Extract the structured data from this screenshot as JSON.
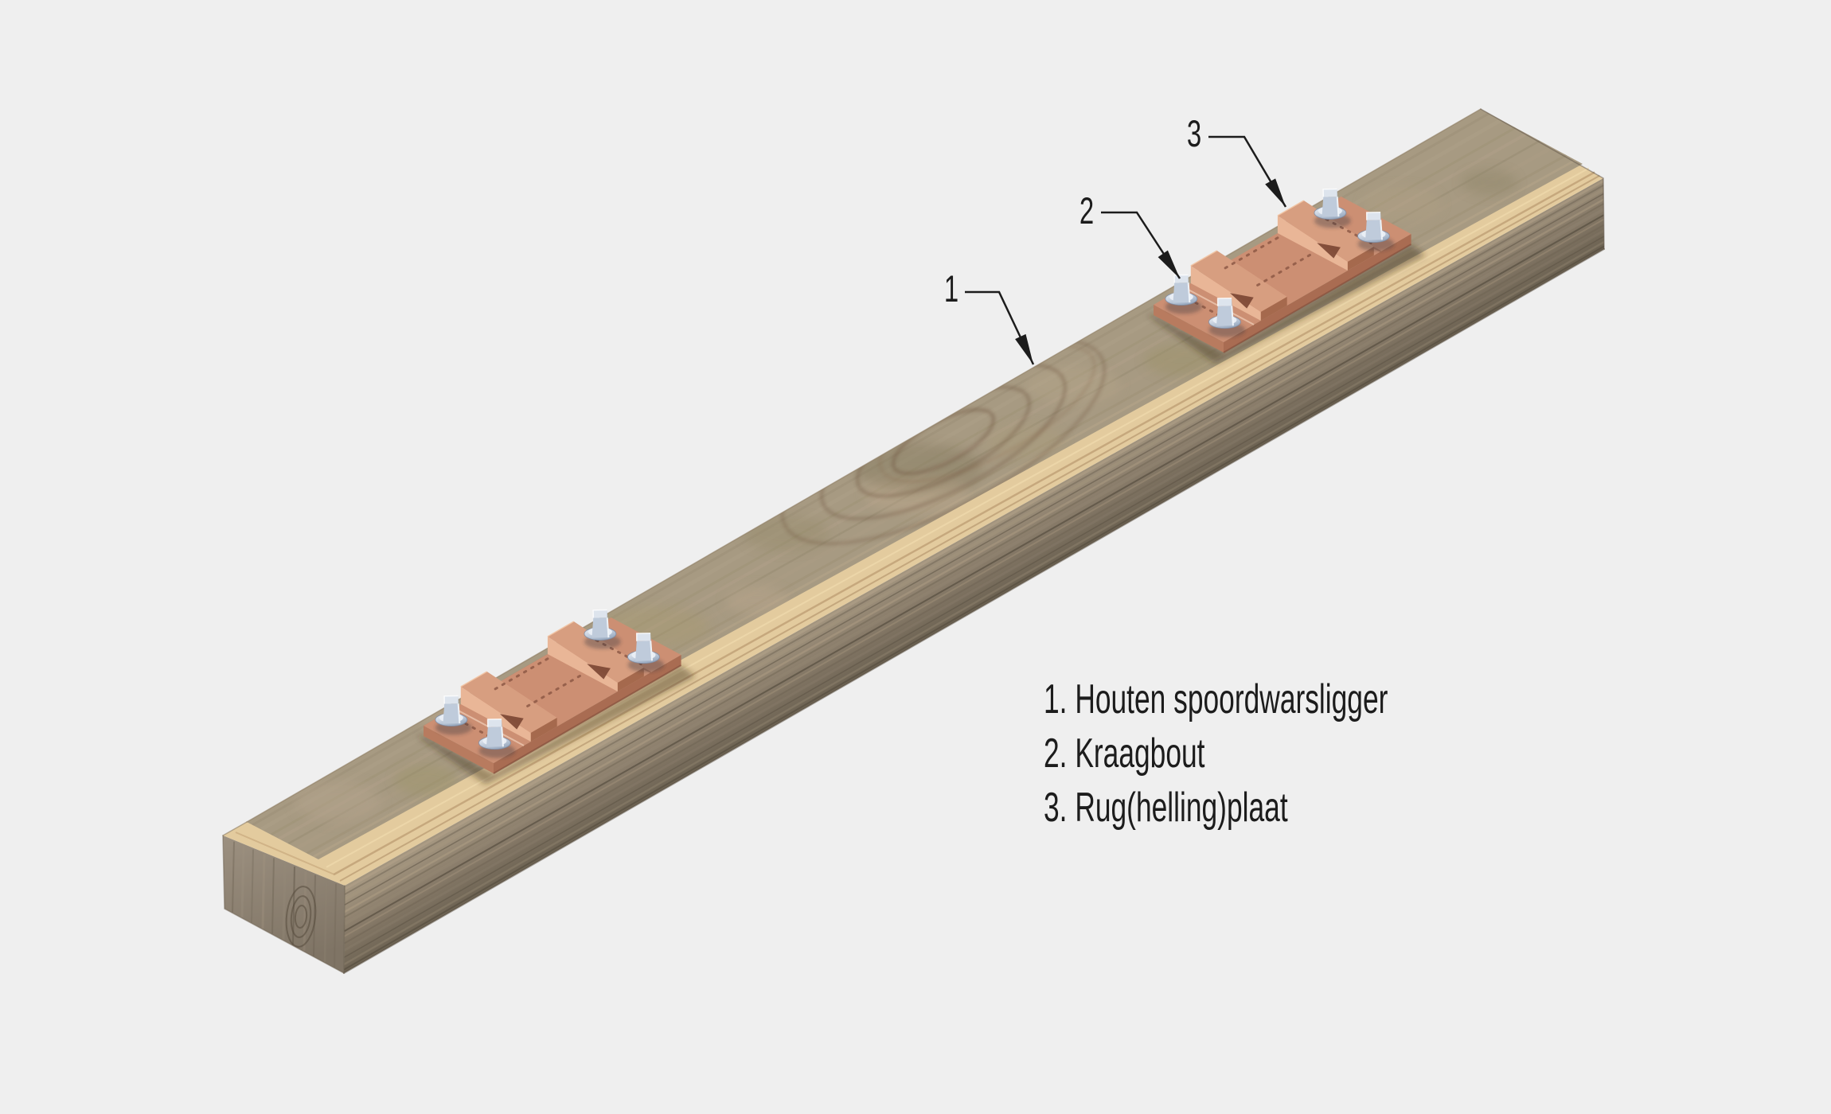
{
  "scene": {
    "background": "#efefef",
    "ink": "#1c1c1c",
    "callouts": [
      {
        "label": "1"
      },
      {
        "label": "2"
      },
      {
        "label": "3"
      }
    ],
    "legend": {
      "items": [
        {
          "text": "1. Houten spoordwarsligger"
        },
        {
          "text": "2. Kraagbout"
        },
        {
          "text": "3. Rug(helling)plaat"
        }
      ]
    },
    "colors": {
      "background": "#efefef",
      "ink": "#1c1c1c",
      "wood_top": "#a79a82",
      "wood_band": "#e3cb9e",
      "wood_end": "#95897a",
      "plate_top": "#cc8f73",
      "plate_near": "#a96c52",
      "plate_end_face": "#b87b5f",
      "ridge_top": "#d79e80",
      "ridge_highlight": "#e9b697",
      "ridge_shadow": "#a5694d",
      "bolt_top": "#dde4ed",
      "bolt_left": "#bfcbdb",
      "bolt_right": "#9fb0c4",
      "flange_light": "#e9eef5",
      "dot_color": "#8a5643"
    }
  }
}
